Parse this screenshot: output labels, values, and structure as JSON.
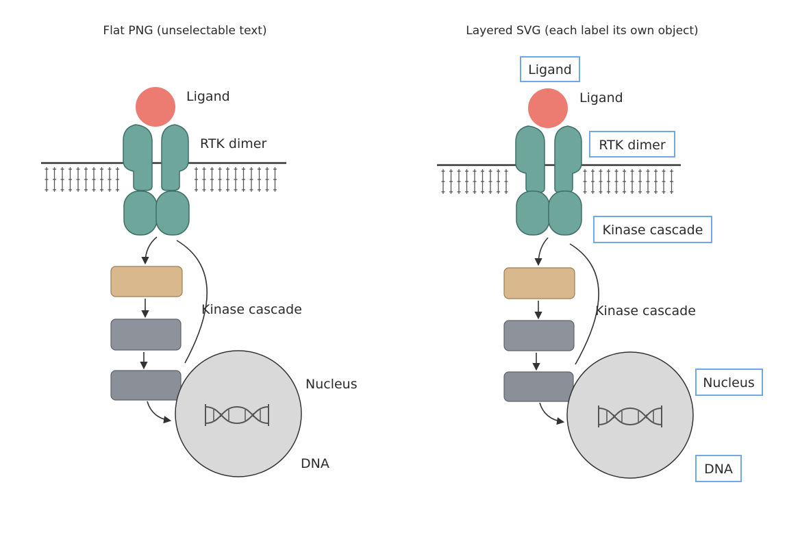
{
  "panels": {
    "left": {
      "title": "Flat PNG (unselectable text)",
      "labels": {
        "ligand": "Ligand",
        "rtk": "RTK dimer",
        "kinase": "Kinase cascade",
        "nucleus": "Nucleus",
        "dna": "DNA"
      }
    },
    "right": {
      "title": "Layered SVG (each label its own object)",
      "labels": {
        "ligand": "Ligand",
        "rtk": "RTK dimer",
        "kinase": "Kinase cascade",
        "nucleus": "Nucleus",
        "dna": "DNA"
      },
      "boxed_labels": {
        "ligand": "Ligand",
        "rtk": "RTK dimer",
        "kinase": "Kinase cascade",
        "nucleus": "Nucleus",
        "dna": "DNA"
      }
    }
  },
  "colors": {
    "ligand": "#EC7B71",
    "receptor": "#6FA69C",
    "receptor_stroke": "#3E6E66",
    "kinase_1": "#D8B88C",
    "kinase_2": "#8E939B",
    "kinase_3": "#8A8F98",
    "nucleus": "#D9D9D9",
    "label_box": "#6FA8E8",
    "line": "#333333"
  }
}
